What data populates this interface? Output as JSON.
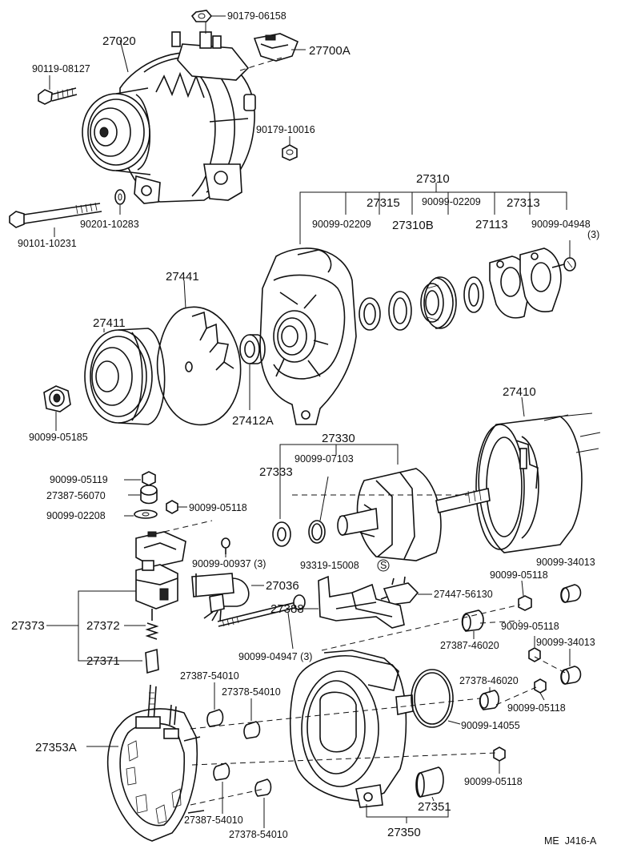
{
  "labels": {
    "p90179_06158": "90179-06158",
    "p27020": "27020",
    "p27700A": "27700A",
    "p90119_08127": "90119-08127",
    "p90179_10016": "90179-10016",
    "p27310": "27310",
    "p27315": "27315",
    "p90099_02209_a": "90099-02209",
    "p90099_02209_b": "90099-02209",
    "p27313": "27313",
    "p27310B": "27310B",
    "p27113": "27113",
    "p90099_04948": "90099-04948",
    "p90099_04948_qty": "(3)",
    "p90201_10283": "90201-10283",
    "p90101_10231": "90101-10231",
    "p27441": "27441",
    "p27411": "27411",
    "p27412A": "27412A",
    "p90099_05185": "90099-05185",
    "p27410": "27410",
    "p27330": "27330",
    "p90099_07103": "90099-07103",
    "p27333": "27333",
    "p90099_05119": "90099-05119",
    "p27387_56070": "27387-56070",
    "p90099_05118_a": "90099-05118",
    "p90099_02208": "90099-02208",
    "p90099_00937": "90099-00937 (3)",
    "p93319_15008": "93319-15008",
    "p93319_s": "S",
    "p90099_34013_a": "90099-34013",
    "p90099_05118_b": "90099-05118",
    "p27036": "27036",
    "p27447_56130": "27447-56130",
    "p27388": "27388",
    "p27373": "27373",
    "p27372": "27372",
    "p27387_46020": "27387-46020",
    "p90099_05118_c": "90099-05118",
    "p90099_34013_b": "90099-34013",
    "p90099_04947": "90099-04947 (3)",
    "p27371": "27371",
    "p27387_54010_a": "27387-54010",
    "p27378_54010_a": "27378-54010",
    "p27378_46020": "27378-46020",
    "p90099_05118_d": "90099-05118",
    "p27353A": "27353A",
    "p90099_14055": "90099-14055",
    "p90099_05118_e": "90099-05118",
    "p27387_54010_b": "27387-54010",
    "p27378_54010_b": "27378-54010",
    "p27351": "27351",
    "p27350": "27350",
    "code": "ME  J416-A"
  }
}
